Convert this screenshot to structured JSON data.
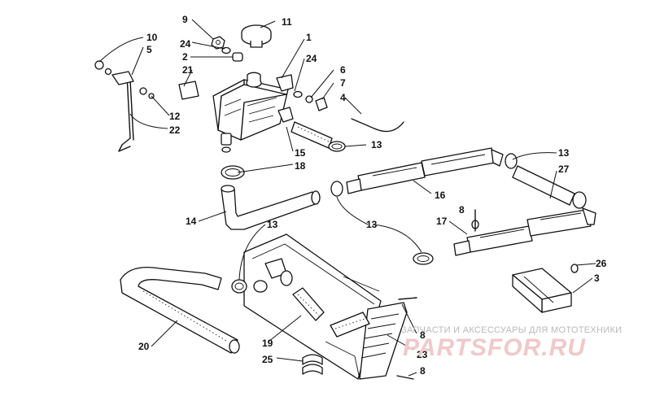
{
  "callouts": [
    "10",
    "9",
    "24",
    "11",
    "1",
    "5",
    "2",
    "21",
    "24",
    "6",
    "7",
    "4",
    "12",
    "22",
    "13",
    "15",
    "18",
    "13",
    "27",
    "16",
    "8",
    "14",
    "13",
    "17",
    "13",
    "26",
    "3",
    "20",
    "19",
    "23",
    "8",
    "25",
    "8"
  ],
  "watermark": {
    "line1": "ЗАПЧАСТИ И АКСЕССУАРЫ ДЛЯ МОТОТЕХНИКИ",
    "line2": "PARTSFOR.RU"
  }
}
